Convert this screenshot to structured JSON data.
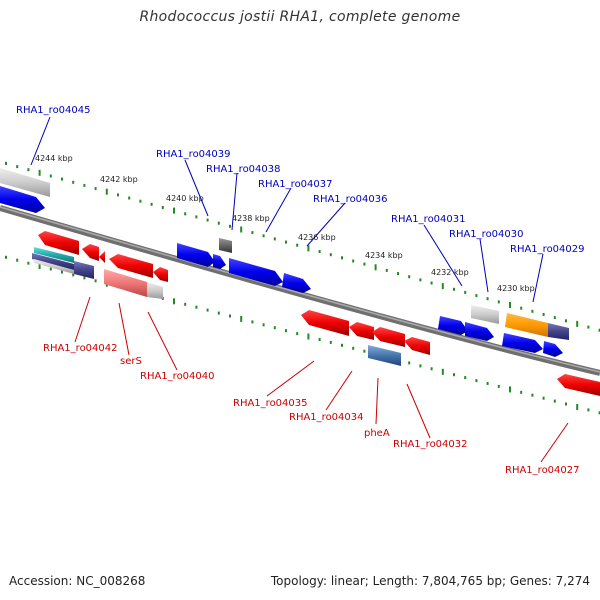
{
  "title": "Rhodococcus jostii RHA1, complete genome",
  "footer": {
    "accession": "Accession: NC_008268",
    "summary": "Topology: linear; Length: 7,804,765 bp; Genes: 7,274"
  },
  "colors": {
    "forward_gene": "#0000ee",
    "reverse_gene": "#ee0000",
    "top_label": "#0000bb",
    "bottom_label": "#cc0000",
    "backbone": "#808080",
    "tick": "#228b22"
  },
  "scale_labels": [
    "4244 kbp",
    "4242 kbp",
    "4240 kbp",
    "4238 kbp",
    "4236 kbp",
    "4234 kbp",
    "4232 kbp",
    "4230 kbp"
  ],
  "top_labels": [
    "RHA1_ro04045",
    "RHA1_ro04039",
    "RHA1_ro04038",
    "RHA1_ro04037",
    "RHA1_ro04036",
    "RHA1_ro04031",
    "RHA1_ro04030",
    "RHA1_ro04029"
  ],
  "bottom_labels": [
    "RHA1_ro04042",
    "serS",
    "RHA1_ro04040",
    "RHA1_ro04035",
    "RHA1_ro04034",
    "pheA",
    "RHA1_ro04032",
    "RHA1_ro04027"
  ]
}
